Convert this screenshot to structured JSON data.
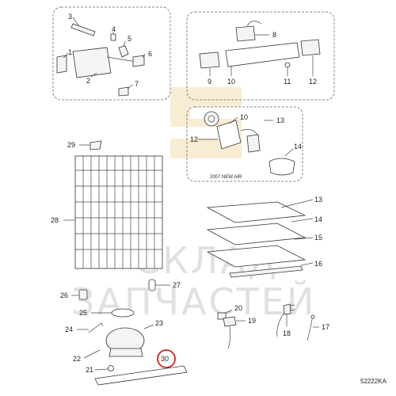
{
  "diagram": {
    "code": "52222KA",
    "inset_caption": "2007 NEW AIR",
    "watermark_line1": "СКЛАД",
    "watermark_line2": "ЗАПЧАСТЕЙ",
    "highlight_color": "#d32020",
    "highlighted_part": "30",
    "labels": {
      "p1": "1",
      "p2": "2",
      "p3": "3",
      "p4": "4",
      "p5": "5",
      "p6": "6",
      "p7": "7",
      "p8": "8",
      "p9": "9",
      "p10a": "10",
      "p11a": "11",
      "p12a": "12",
      "p10b": "10",
      "p12b": "12",
      "p13a": "13",
      "p14a": "14",
      "p29": "29",
      "p28": "28",
      "p13b": "13",
      "p14b": "14",
      "p15": "15",
      "p16": "16",
      "p27": "27",
      "p26": "26",
      "p25": "25",
      "p24": "24",
      "p23": "23",
      "p22": "22",
      "p21": "21",
      "p30": "30",
      "p20": "20",
      "p19": "19",
      "p18": "18",
      "p17": "17"
    }
  }
}
